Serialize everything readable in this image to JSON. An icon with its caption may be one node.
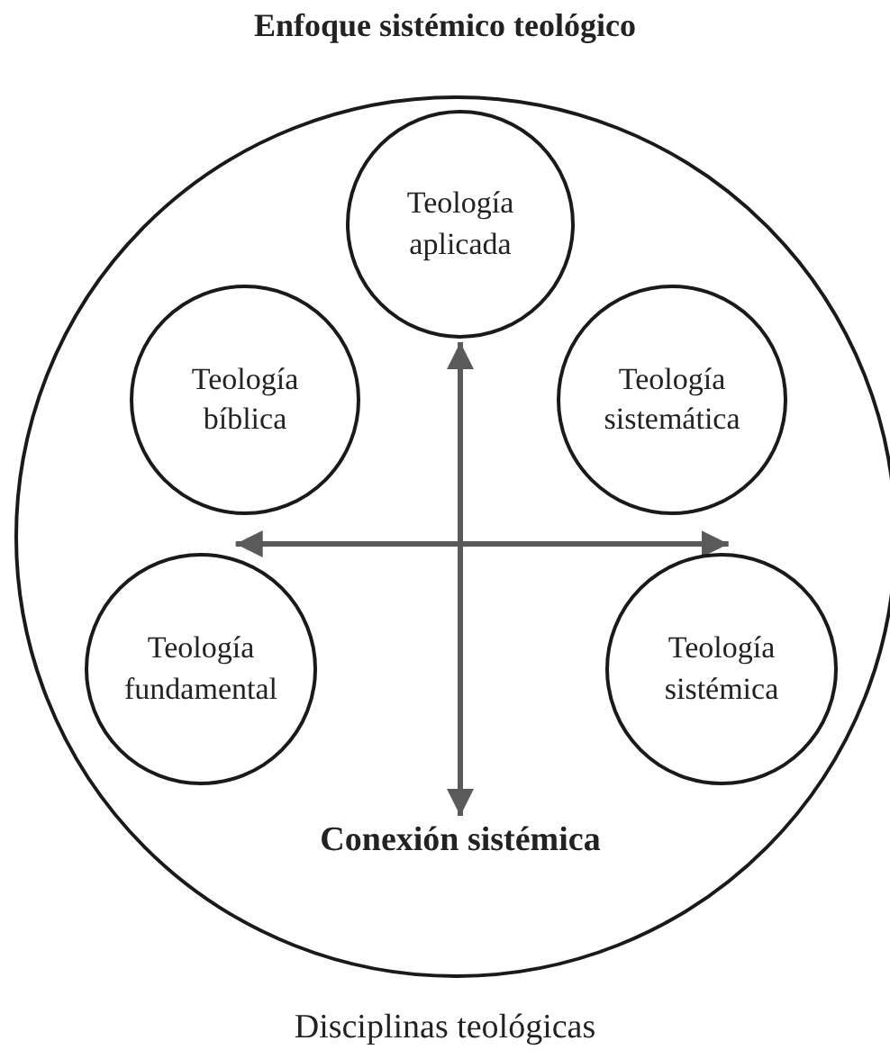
{
  "diagram": {
    "title": "Enfoque sistémico teológico",
    "caption": "Disciplinas teológicas",
    "nodes": [
      {
        "text": [],
        "shape": "circle"
      },
      {
        "text": [
          "Teología aplicada"
        ],
        "in": 0
      },
      {
        "text": [
          "Teología bíblica"
        ],
        "in": 0
      },
      {
        "text": [
          "Teología sistemática"
        ],
        "in": 0
      },
      {
        "text": [
          "Teología fundamental"
        ],
        "in": 0
      },
      {
        "text": [
          "Teología sistémica"
        ],
        "in": 0
      },
      {
        "text": [
          "Conexión sistémica"
        ],
        "in": 0
      }
    ],
    "edges": [
      {
        "from": 1,
        "to": 6,
        "arrow": "both",
        "color": "#5a5a5a"
      },
      {
        "from": 4,
        "to": 5,
        "arrow": "both",
        "color": "#5a5a5a"
      }
    ]
  }
}
